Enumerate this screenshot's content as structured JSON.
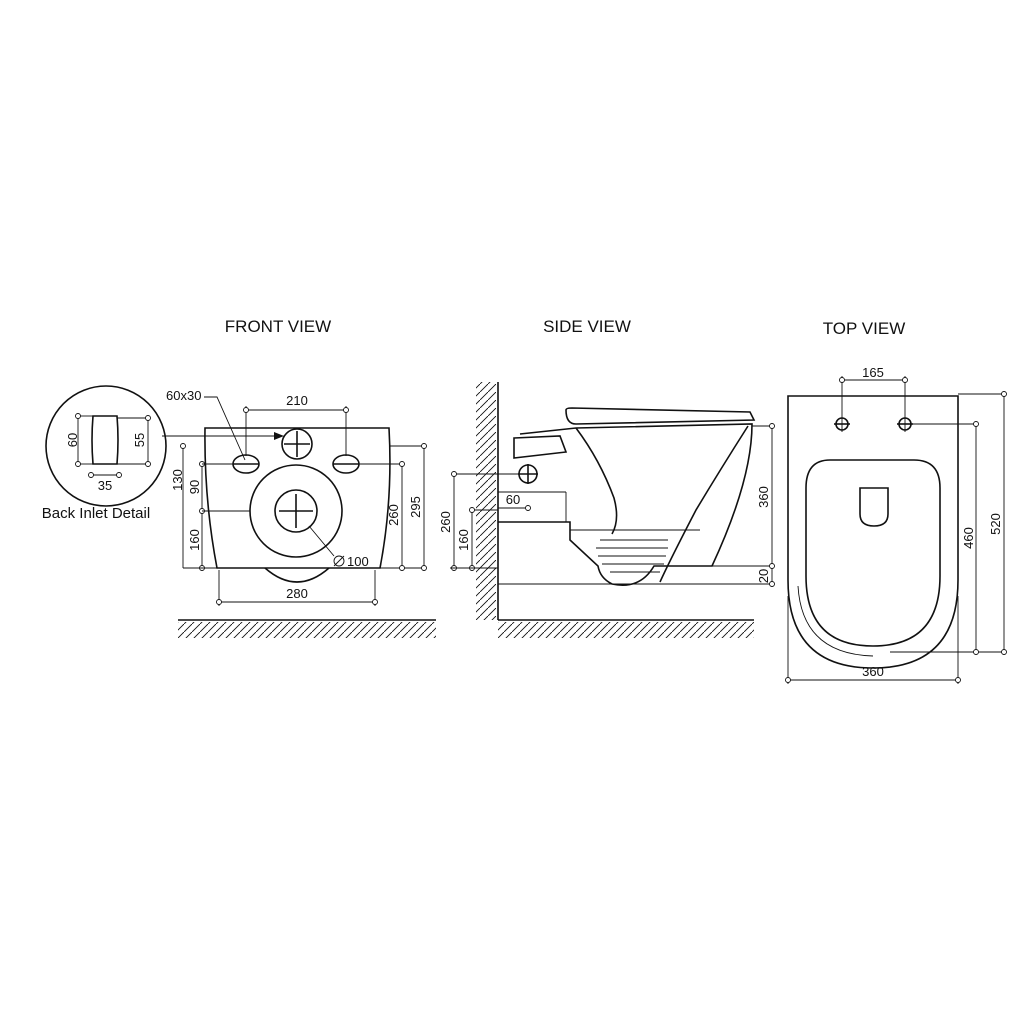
{
  "views": {
    "front": {
      "title": "FRONT VIEW"
    },
    "side": {
      "title": "SIDE VIEW"
    },
    "top": {
      "title": "TOP VIEW"
    }
  },
  "detail": {
    "caption": "Back Inlet Detail",
    "dim_height_left": "60",
    "dim_height_right": "55",
    "dim_width": "35"
  },
  "front_dims": {
    "inlet_size": "60x30",
    "fixing_spacing": "210",
    "inlet_height": "130",
    "fixing_height": "90",
    "outlet_height": "160",
    "fixing_to_floor": "260",
    "total_height": "295",
    "outlet_diameter": "100",
    "base_width": "280"
  },
  "side_dims": {
    "inlet_projection": "60",
    "inlet_height": "260",
    "outlet_height": "160",
    "bowl_height": "360",
    "rim_offset": "20"
  },
  "top_dims": {
    "fixing_spacing": "165",
    "seat_length": "460",
    "total_length": "520",
    "width": "360"
  }
}
